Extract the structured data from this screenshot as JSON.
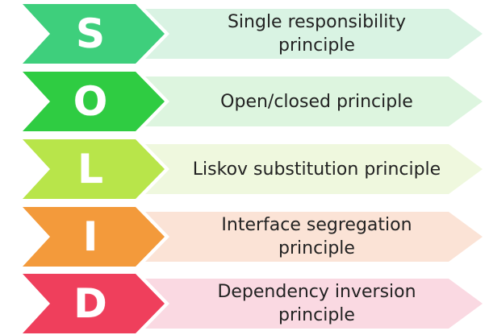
{
  "rows": [
    {
      "letter": "S",
      "text": "Single responsibility\nprinciple",
      "dark": "#3ecf7c",
      "light": "#d9f3e3"
    },
    {
      "letter": "O",
      "text": "Open/closed principle",
      "dark": "#2fcc42",
      "light": "#ddf5df"
    },
    {
      "letter": "L",
      "text": "Liskov substitution principle",
      "dark": "#b8e54a",
      "light": "#eff8de"
    },
    {
      "letter": "I",
      "text": "Interface segregation\nprinciple",
      "dark": "#f39a3b",
      "light": "#fbe3d6"
    },
    {
      "letter": "D",
      "text": "Dependency inversion\nprinciple",
      "dark": "#ef3f5c",
      "light": "#fad9e2"
    }
  ]
}
